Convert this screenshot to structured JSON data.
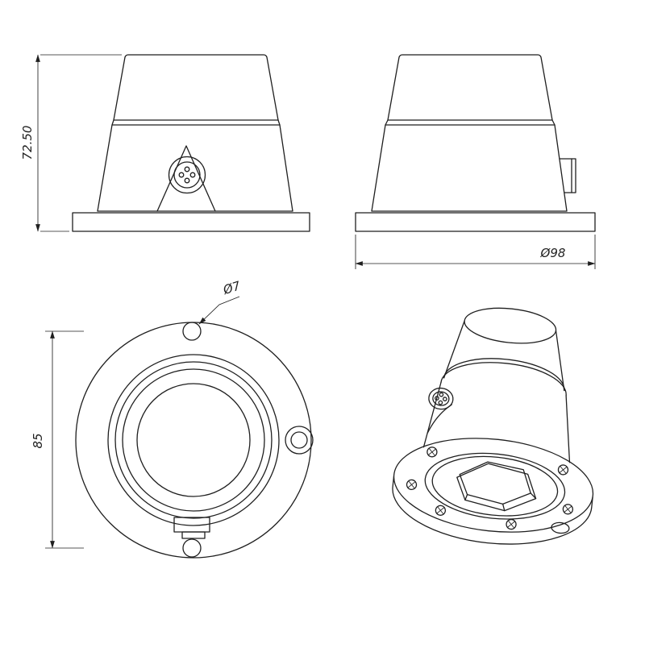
{
  "drawing": {
    "title": "lamp-flange-technical-drawing",
    "background": "#ffffff",
    "line_color": "#1f1f1f",
    "dims": {
      "height": "72.50",
      "base_diameter": "Ø98",
      "hole_diameter": "Ø7",
      "bolt_spacing": "85"
    }
  }
}
